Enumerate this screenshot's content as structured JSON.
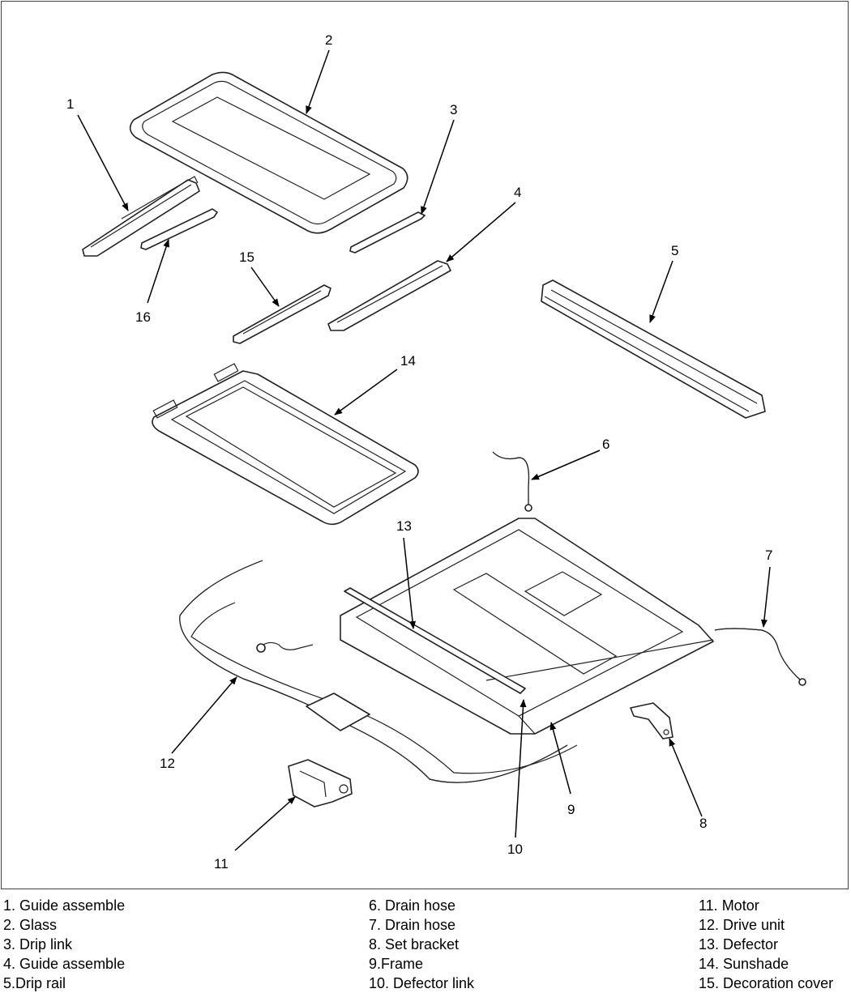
{
  "callouts": [
    "1",
    "2",
    "3",
    "4",
    "5",
    "6",
    "7",
    "8",
    "9",
    "10",
    "11",
    "12",
    "13",
    "14",
    "15",
    "16"
  ],
  "legend": [
    [
      "1. Guide assemble",
      "2. Glass",
      "3. Drip link",
      "4. Guide assemble",
      "5.Drip rail"
    ],
    [
      "6. Drain hose",
      "7. Drain hose",
      "8. Set bracket",
      "9.Frame",
      "10. Defector link"
    ],
    [
      "11. Motor",
      "12. Drive unit",
      "13. Defector",
      "14. Sunshade",
      "15. Decoration cover"
    ]
  ]
}
